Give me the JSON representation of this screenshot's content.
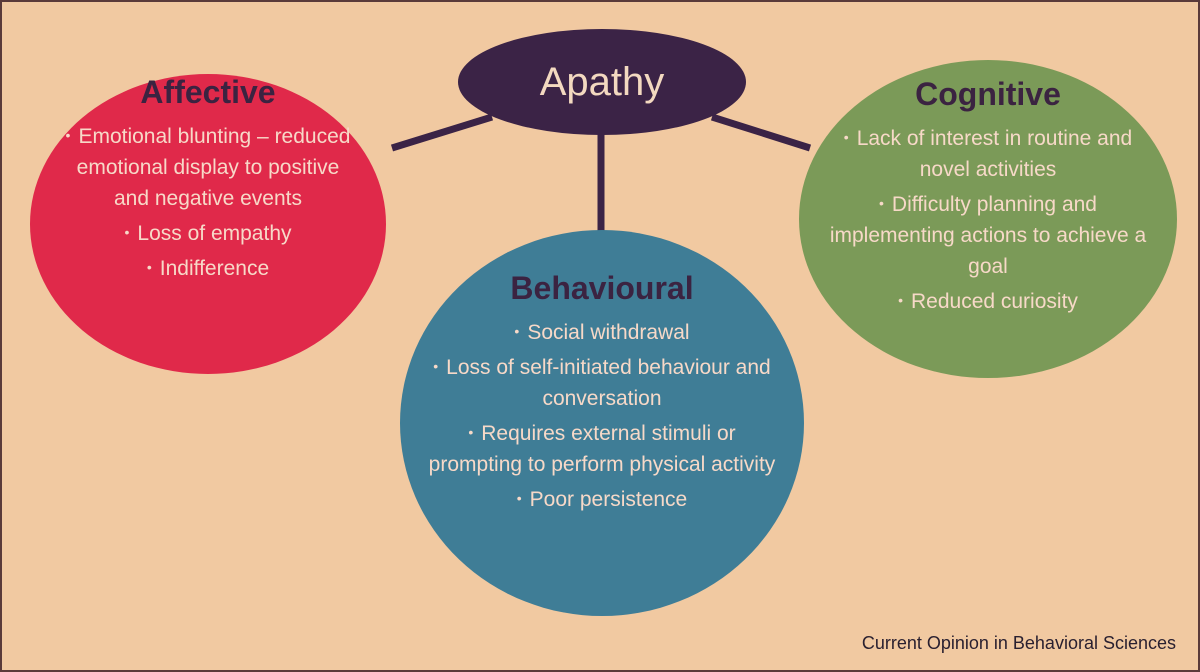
{
  "center": {
    "title": "Apathy"
  },
  "affective": {
    "title": "Affective",
    "items": [
      "Emotional blunting – reduced emotional display to positive and negative events",
      "Loss of empathy",
      "Indifference"
    ]
  },
  "behavioural": {
    "title": "Behavioural",
    "items": [
      "Social withdrawal",
      "Loss of self-initiated behaviour and conversation",
      "Requires external stimuli or prompting to perform physical activity",
      "Poor persistence"
    ]
  },
  "cognitive": {
    "title": "Cognitive",
    "items": [
      "Lack of interest in routine and novel activities",
      "Difficulty planning and implementing actions to achieve a goal",
      "Reduced curiosity"
    ]
  },
  "source": "Current Opinion in Behavioral Sciences",
  "colors": {
    "background": "#f1c9a1",
    "apathy": "#3b2346",
    "affective": "#e0294a",
    "behavioural": "#3f7d96",
    "cognitive": "#7b9a58",
    "connector": "#3b2346",
    "heading_text": "#3b2341",
    "item_text": "#f7d9c8"
  }
}
